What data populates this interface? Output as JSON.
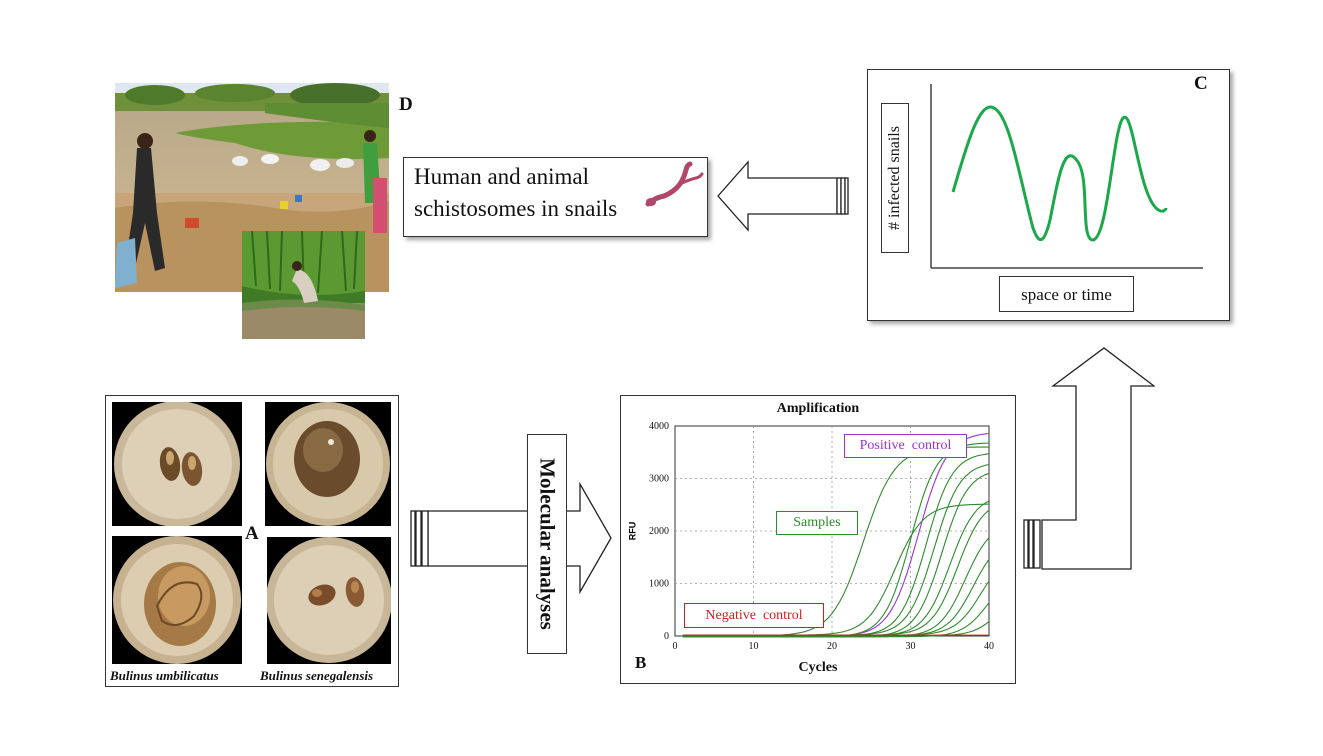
{
  "panel_a": {
    "letter": "A",
    "captions": [
      "Bulinus umbilicatus",
      "Bulinus senegalensis"
    ]
  },
  "panel_b": {
    "letter": "B",
    "labels": {
      "positive": "Positive  control",
      "samples": "Samples",
      "negative": "Negative  control"
    },
    "colors": {
      "positive": "#9b30d9",
      "samples": "#2e8b2e",
      "negative": "#cc1f1f"
    }
  },
  "panel_c": {
    "letter": "C",
    "y_label": "# infected snails",
    "x_label": "space or time",
    "curve_color": "#1aa84a"
  },
  "panel_d": {
    "letter": "D",
    "box_text_line1": "Human and animal",
    "box_text_line2": "schistosomes in snails"
  },
  "arrow_label": "Molecular analyses",
  "chart_data": {
    "type": "line",
    "title": "Amplification",
    "xlabel": "Cycles",
    "ylabel": "RFU",
    "xlim": [
      0,
      40
    ],
    "ylim": [
      0,
      4000
    ],
    "x_ticks": [
      0,
      10,
      20,
      30,
      40
    ],
    "y_ticks": [
      0,
      1000,
      2000,
      3000,
      4000
    ],
    "grid": true,
    "series": [
      {
        "name": "Positive  control",
        "color": "#9b30d9",
        "midpoint": 31,
        "plateau": 3900,
        "slope": 0.55
      },
      {
        "name": "Samples",
        "color": "#2e8b2e",
        "midpoint": 24,
        "plateau": 3600,
        "slope": 0.5
      },
      {
        "color": "#2e8b2e",
        "midpoint": 28,
        "plateau": 2500,
        "slope": 0.55
      },
      {
        "color": "#2e8b2e",
        "midpoint": 30,
        "plateau": 3700,
        "slope": 0.6
      },
      {
        "color": "#2e8b2e",
        "midpoint": 32,
        "plateau": 3500,
        "slope": 0.6
      },
      {
        "color": "#2e8b2e",
        "midpoint": 33,
        "plateau": 3300,
        "slope": 0.6
      },
      {
        "color": "#2e8b2e",
        "midpoint": 34,
        "plateau": 3200,
        "slope": 0.6
      },
      {
        "color": "#2e8b2e",
        "midpoint": 35,
        "plateau": 2700,
        "slope": 0.6
      },
      {
        "color": "#2e8b2e",
        "midpoint": 36,
        "plateau": 2600,
        "slope": 0.6
      },
      {
        "color": "#2e8b2e",
        "midpoint": 37,
        "plateau": 2200,
        "slope": 0.6
      },
      {
        "color": "#2e8b2e",
        "midpoint": 38,
        "plateau": 1900,
        "slope": 0.6
      },
      {
        "color": "#2e8b2e",
        "midpoint": 39,
        "plateau": 1600,
        "slope": 0.6
      },
      {
        "color": "#2e8b2e",
        "midpoint": 40,
        "plateau": 1300,
        "slope": 0.6
      },
      {
        "color": "#2e8b2e",
        "midpoint": 42,
        "plateau": 1200,
        "slope": 0.6
      },
      {
        "name": "Negative  control",
        "color": "#cc1f1f",
        "midpoint": 100,
        "plateau": 0,
        "slope": 0.5
      }
    ]
  }
}
